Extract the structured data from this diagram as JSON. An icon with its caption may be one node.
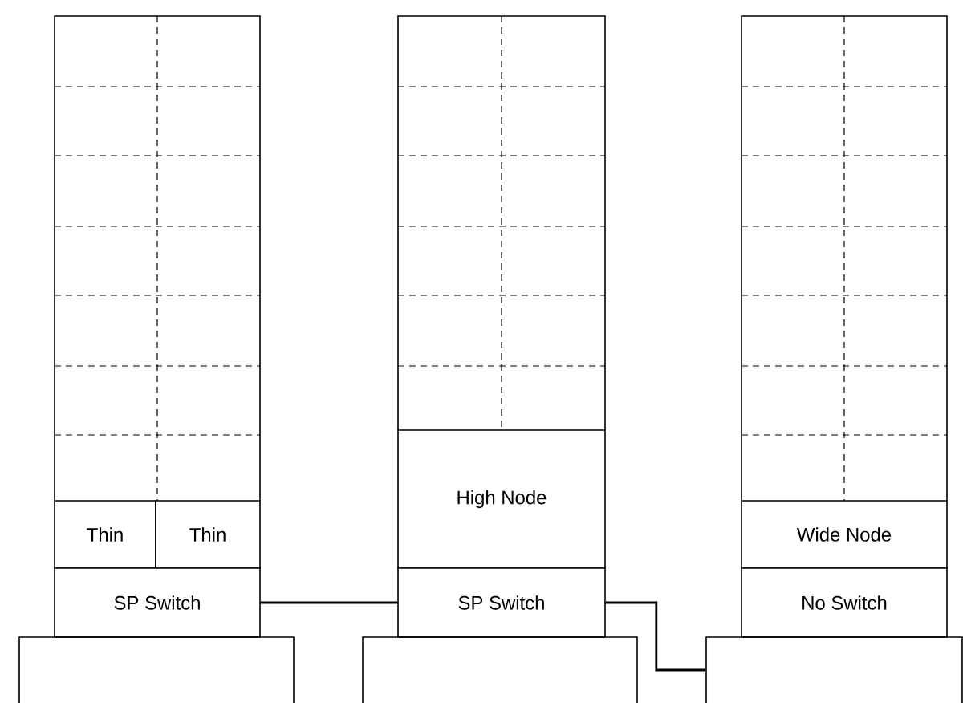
{
  "diagram": {
    "nodes": [
      {
        "text": [
          "Thin"
        ]
      },
      {
        "text": [
          "Thin"
        ]
      },
      {
        "text": [
          "SP Switch"
        ]
      },
      {
        "text": [],
        "shape": "box"
      },
      {
        "text": [
          "High Node"
        ]
      },
      {
        "text": [
          "SP Switch"
        ]
      },
      {
        "text": [],
        "shape": "box"
      },
      {
        "text": [
          "Wide Node"
        ]
      },
      {
        "text": [
          "No Switch"
        ]
      },
      {
        "text": [],
        "shape": "box"
      }
    ],
    "edges": [
      {
        "from": 2,
        "to": 5,
        "arrow": "none"
      },
      {
        "from": 5,
        "to": 9,
        "arrow": "none"
      }
    ]
  }
}
